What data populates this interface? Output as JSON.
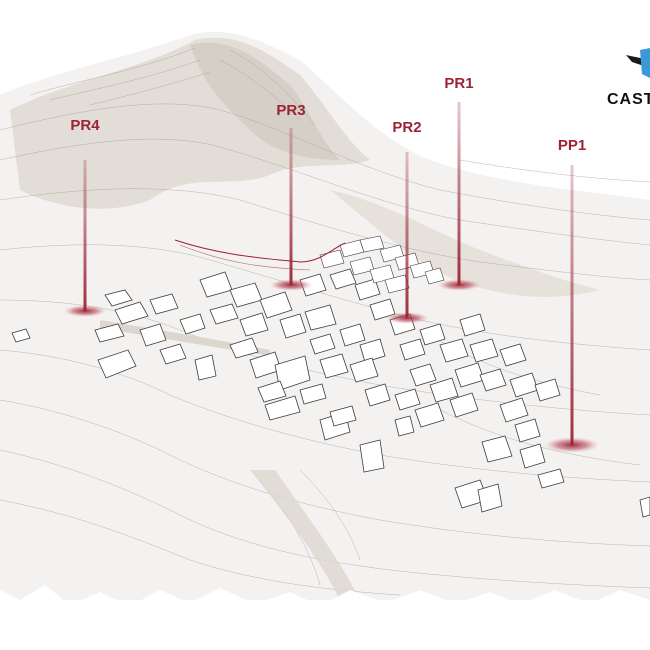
{
  "colors": {
    "marker": "#9b2335",
    "terrain_shade": "#d4cec6",
    "contour": "#8c8c8c",
    "building_stroke": "#3c3c3c",
    "logo_text": "#111111",
    "logo_mark_blue": "#3a9ad9",
    "logo_mark_dark": "#1b1b1b"
  },
  "markers": [
    {
      "id": "pr4",
      "label": "PR4"
    },
    {
      "id": "pr3",
      "label": "PR3"
    },
    {
      "id": "pr2",
      "label": "PR2"
    },
    {
      "id": "pr1",
      "label": "PR1"
    },
    {
      "id": "pp1",
      "label": "PP1"
    }
  ],
  "logo": {
    "text": "CASTE",
    "icon": "logo-mark-icon"
  }
}
